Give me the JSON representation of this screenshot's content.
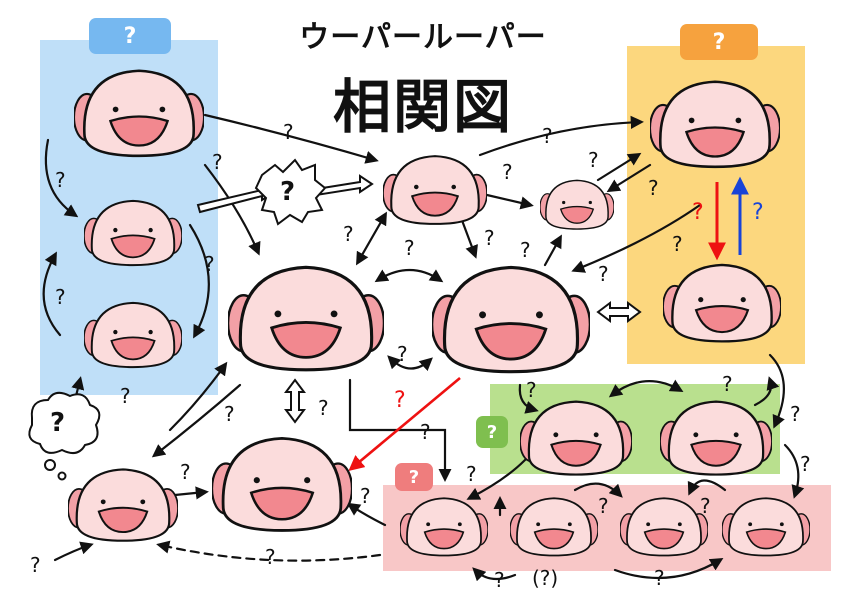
{
  "title": {
    "line1": "ウーパールーパー",
    "line2": "相関図"
  },
  "colors": {
    "blue": "#bfdff8",
    "blue_tag": "#76b8f0",
    "orange": "#fcd77e",
    "orange_tag": "#f6a23e",
    "green": "#b9e08e",
    "green_tag": "#7fbf4f",
    "pink": "#f8c7c7",
    "pink_tag": "#ef7d7d",
    "body": "#fbdcdc",
    "gill": "#f3a0a6",
    "mouth": "#f2888f"
  },
  "groups": [
    {
      "name": "blue-group",
      "tag": "?"
    },
    {
      "name": "orange-group",
      "tag": "?"
    },
    {
      "name": "green-group",
      "tag": "?"
    },
    {
      "name": "pink-group",
      "tag": "?"
    }
  ],
  "labels": {
    "q": "?",
    "paren_q": "(?)",
    "thought_q": "?"
  }
}
